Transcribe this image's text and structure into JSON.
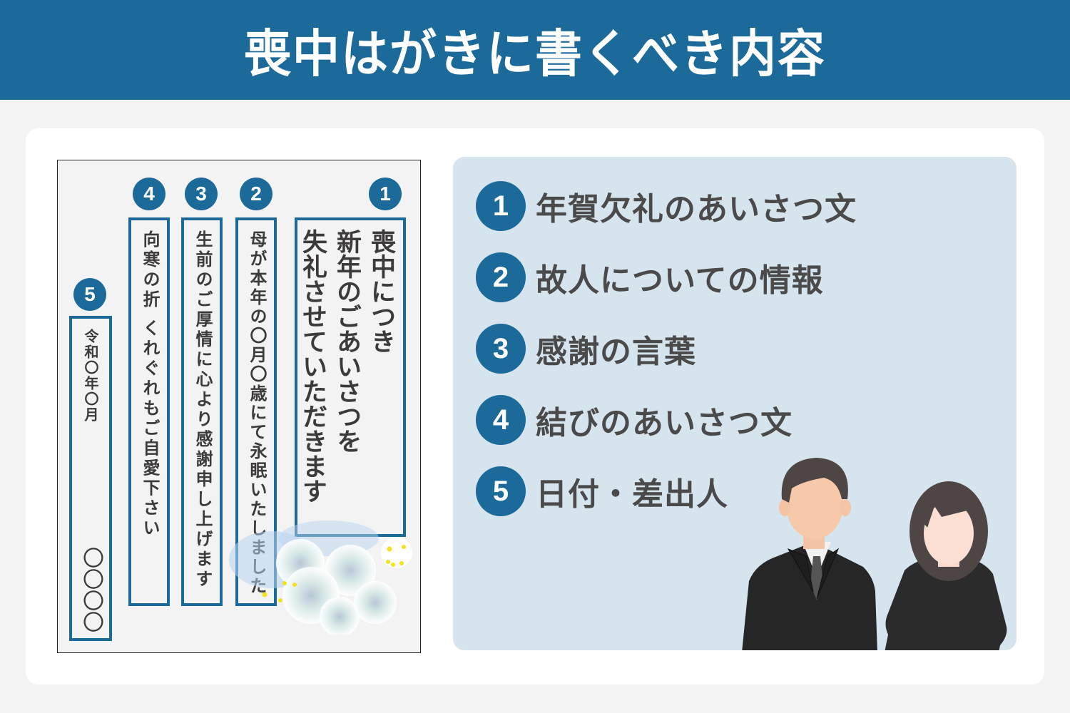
{
  "header": {
    "title": "喪中はがきに書くべき内容"
  },
  "postcard": {
    "sections": [
      {
        "number": "1",
        "lines": [
          "喪中につき",
          "新年のごあいさつを",
          "失礼させていただきます"
        ]
      },
      {
        "number": "2",
        "lines": [
          "母が本年の〇月〇歳にて永眠いたしました"
        ]
      },
      {
        "number": "3",
        "lines": [
          "生前のご厚情に心より感謝申し上げます"
        ]
      },
      {
        "number": "4",
        "lines": [
          "向寒の折 くれぐれもご自愛下さい"
        ]
      },
      {
        "number": "5",
        "lines": [
          "令和〇年〇月",
          "〇〇〇〇"
        ]
      }
    ]
  },
  "legend": {
    "items": [
      {
        "number": "1",
        "label": "年賀欠礼のあいさつ文"
      },
      {
        "number": "2",
        "label": "故人についての情報"
      },
      {
        "number": "3",
        "label": "感謝の言葉"
      },
      {
        "number": "4",
        "label": "結びのあいさつ文"
      },
      {
        "number": "5",
        "label": "日付・差出人"
      }
    ]
  },
  "colors": {
    "accent": "#1b6a99",
    "panel_bg": "#d6e4ed",
    "page_bg": "#f3f3f3",
    "text": "#4a4a4a"
  }
}
